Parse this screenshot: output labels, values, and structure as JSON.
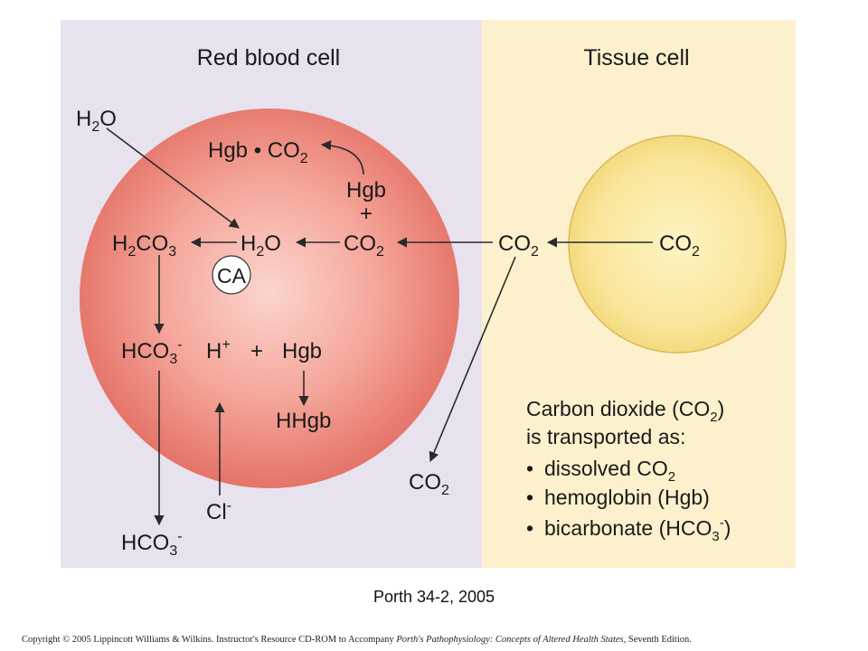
{
  "colors": {
    "rbc_panel": "#e7e2ee",
    "tissue_panel": "#fdf0cc",
    "rbc_center": "#fbd5cd",
    "rbc_edge": "#e57368",
    "tissue_center": "#fdf4c4",
    "tissue_edge": "#f0d673",
    "arrow": "#2a2a2a"
  },
  "panels": {
    "left_title": "Red blood cell",
    "right_title": "Tissue cell"
  },
  "labels": {
    "h2o_out": {
      "main": "H",
      "sub": "2",
      "tail": "O"
    },
    "hgb_co2": {
      "main": "Hgb • CO",
      "sub": "2"
    },
    "hgb_top": "Hgb",
    "plus_top": "+",
    "co2_rbc": {
      "main": "CO",
      "sub": "2"
    },
    "h2o_in": {
      "main": "H",
      "sub": "2",
      "tail": "O"
    },
    "h2co3": {
      "main": "H",
      "sub": "2",
      "mid": "CO",
      "sub2": "3"
    },
    "ca": "CA",
    "co2_between": {
      "main": "CO",
      "sub": "2"
    },
    "co2_tissue": {
      "main": "CO",
      "sub": "2"
    },
    "hco3_in": {
      "main": "HCO",
      "sub": "3",
      "sup": "-"
    },
    "h_plus": {
      "main": "H",
      "sup": "+"
    },
    "plus_mid": "+",
    "hgb_mid": "Hgb",
    "hhgb": "HHgb",
    "cl": {
      "main": "Cl",
      "sup": "-"
    },
    "hco3_out": {
      "main": "HCO",
      "sub": "3",
      "sup": "-"
    },
    "co2_dissolved": {
      "main": "CO",
      "sub": "2"
    }
  },
  "legend": {
    "line1": {
      "pre": "Carbon dioxide (CO",
      "sub": "2",
      "post": ")"
    },
    "line2": "is transported as:",
    "bullet": "•",
    "item1": {
      "pre": "dissolved CO",
      "sub": "2"
    },
    "item2": "hemoglobin (Hgb)",
    "item3": {
      "pre": "bicarbonate (HCO",
      "sub": "3",
      "sup": "-",
      "post": ")"
    }
  },
  "caption": "Porth 34-2, 2005",
  "copyright": {
    "text": "Copyright © 2005 Lippincott Williams & Wilkins.  Instructor's Resource CD-ROM to Accompany ",
    "italic": "Porth's Pathophysiology: Concepts of Altered Health States,",
    "end": " Seventh Edition."
  }
}
